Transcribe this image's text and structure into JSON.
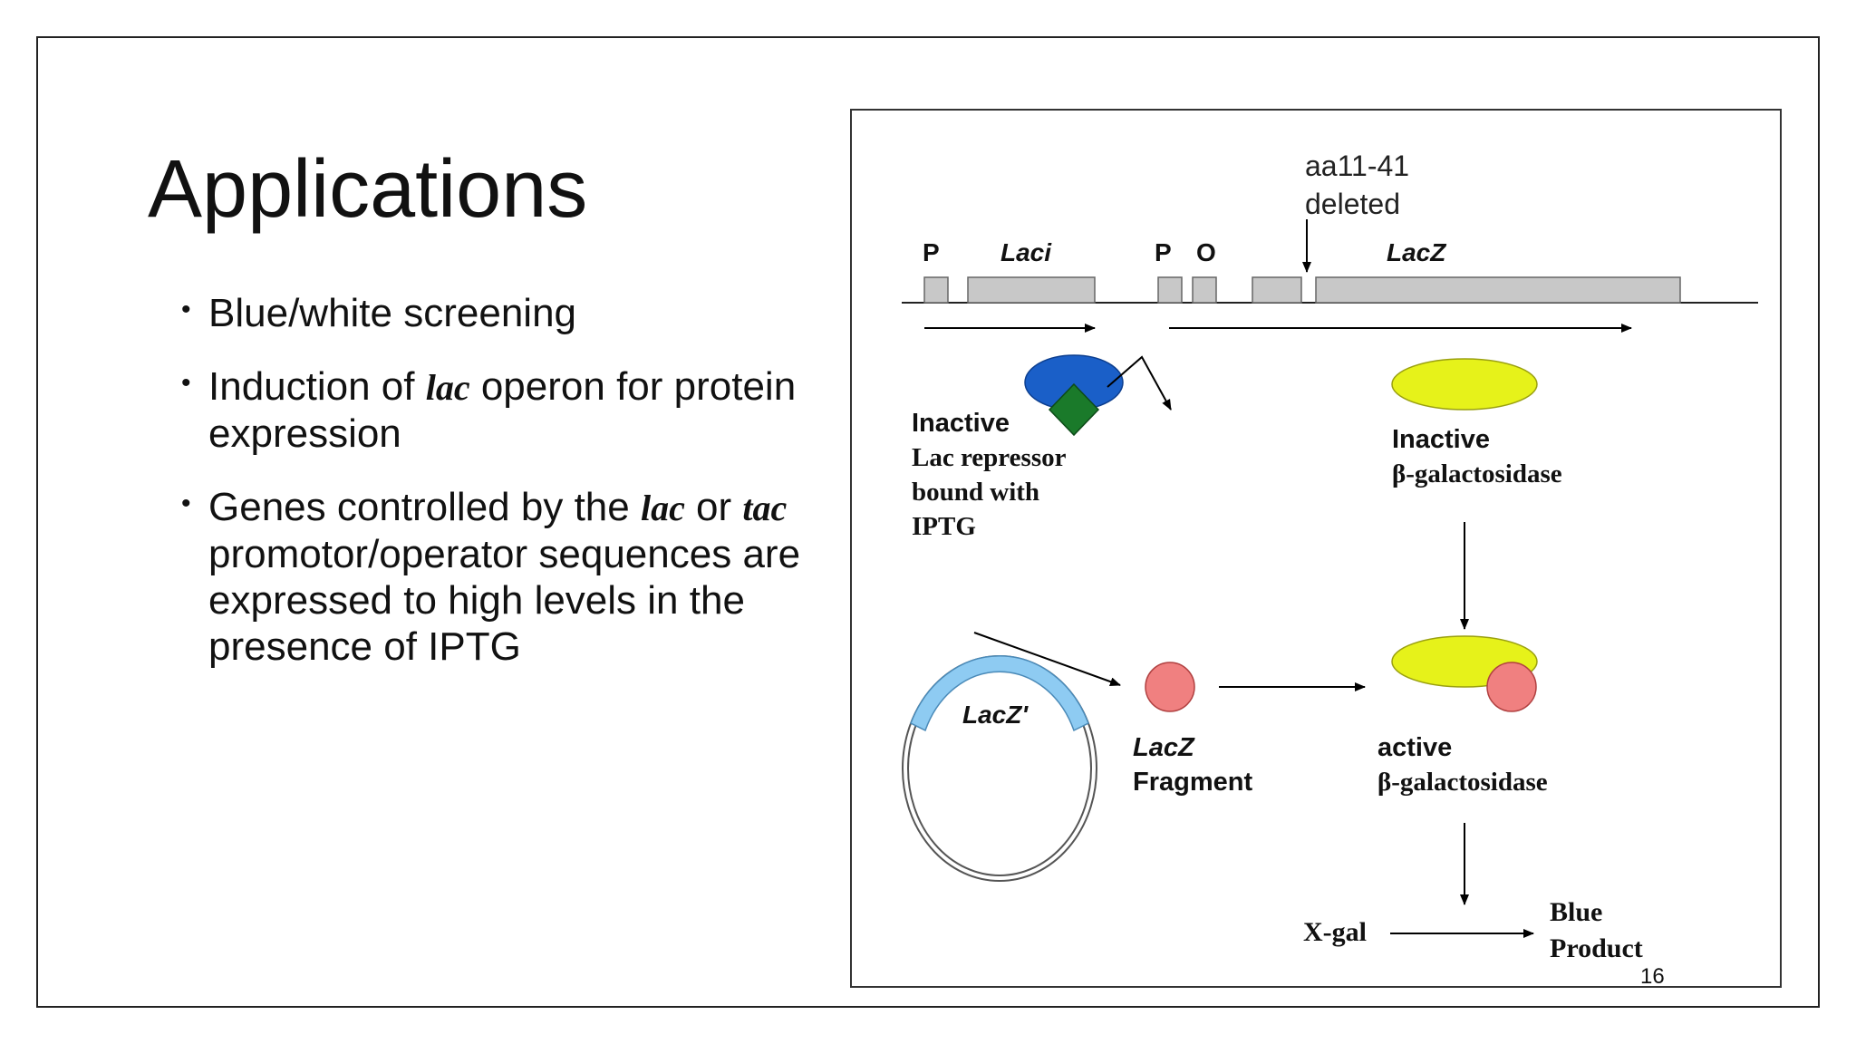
{
  "slide": {
    "title": "Applications",
    "page_number": "16",
    "bullets": [
      {
        "lines": [
          "Blue/white screening"
        ]
      },
      {
        "pre": "Induction of ",
        "italic": "lac",
        "post": " operon for protein",
        "line2": "expression"
      },
      {
        "pre": "Genes controlled by the ",
        "italic": "lac",
        "mid": " or ",
        "italic2": "tac",
        "lines_after": [
          "promotor/operator sequences are",
          "expressed to high levels in the",
          "presence of IPTG"
        ]
      }
    ]
  },
  "figure": {
    "deletion_label_1": "aa11-41",
    "deletion_label_2": "deleted",
    "gene_labels": {
      "p1": "P",
      "laci": "Laci",
      "p2": "P",
      "o": "O",
      "lacz": "LacZ"
    },
    "repressor": {
      "state": "Inactive",
      "line1": "Lac repressor",
      "line2": "bound with",
      "line3": "IPTG"
    },
    "beta_gal_inactive": {
      "state": "Inactive",
      "name": "β-galactosidase"
    },
    "plasmid_label": "LacZ'",
    "fragment": {
      "line1": "LacZ",
      "line2": "Fragment"
    },
    "beta_gal_active": {
      "state": "active",
      "name": "β-galactosidase"
    },
    "xgal": "X-gal",
    "product": {
      "line1": "Blue",
      "line2": "Product"
    },
    "colors": {
      "repressor": "#1a5fc8",
      "iptg": "#1a7a2a",
      "betagal": "#e6f21a",
      "fragment": "#f08080",
      "plasmid_insert": "#8ecbf2"
    }
  }
}
